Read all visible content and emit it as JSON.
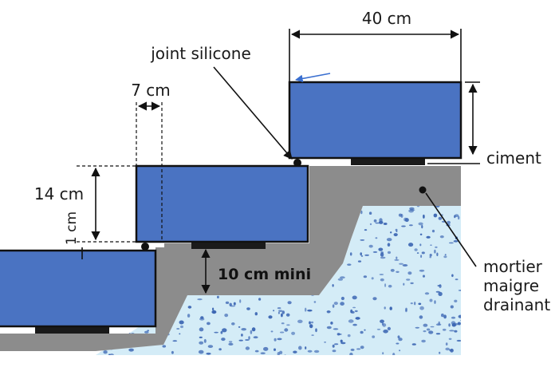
{
  "colors": {
    "block": "#4a73c2",
    "mortar": "#8c8c8c",
    "drainage": "#d4ecf7",
    "gravel": "#3e68b4",
    "cement": "#1a1a1a"
  },
  "labels": {
    "width_top": "40 cm",
    "joint": "joint silicone",
    "tread": "7 cm",
    "height": "14 cm",
    "gap": "1 cm",
    "cement": "ciment",
    "min_thickness": "10 cm mini",
    "mortar_line1": "mortier",
    "mortar_line2": "maigre",
    "mortar_line3": "drainant"
  }
}
